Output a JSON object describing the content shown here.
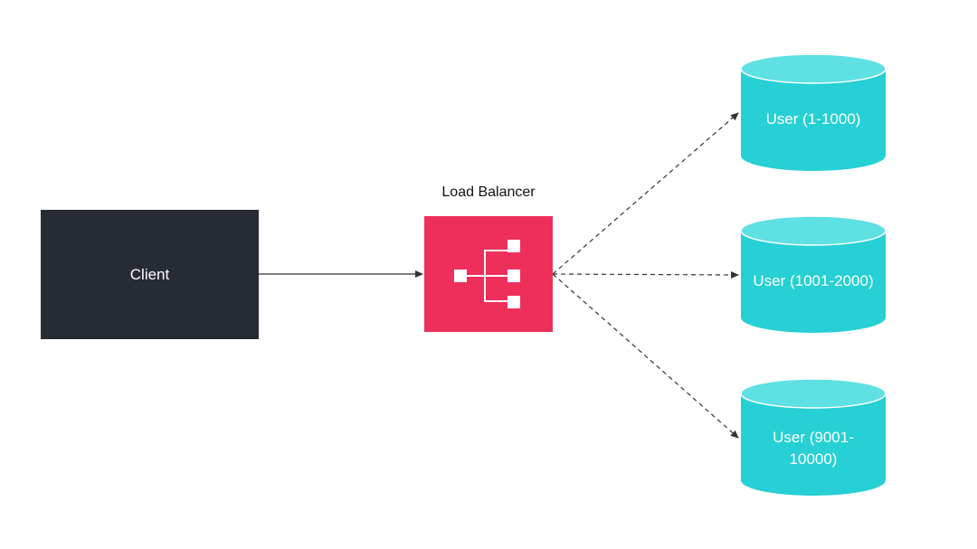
{
  "client": {
    "label": "Client"
  },
  "load_balancer": {
    "title": "Load Balancer",
    "icon": "hierarchy-icon",
    "color": "#EE2F5A"
  },
  "databases": [
    {
      "label": "User (1-1000)"
    },
    {
      "label": "User (1001-2000)"
    },
    {
      "label": "User (9001-10000)"
    }
  ],
  "colors": {
    "client": "#272B33",
    "database": "#26D0D4",
    "database_top": "#5FE0E3",
    "edge": "#333333"
  },
  "edges": [
    {
      "from": "Client",
      "to": "Load Balancer",
      "style": "solid"
    },
    {
      "from": "Load Balancer",
      "to": "User (1-1000)",
      "style": "dashed"
    },
    {
      "from": "Load Balancer",
      "to": "User (1001-2000)",
      "style": "dashed"
    },
    {
      "from": "Load Balancer",
      "to": "User (9001-10000)",
      "style": "dashed"
    }
  ]
}
